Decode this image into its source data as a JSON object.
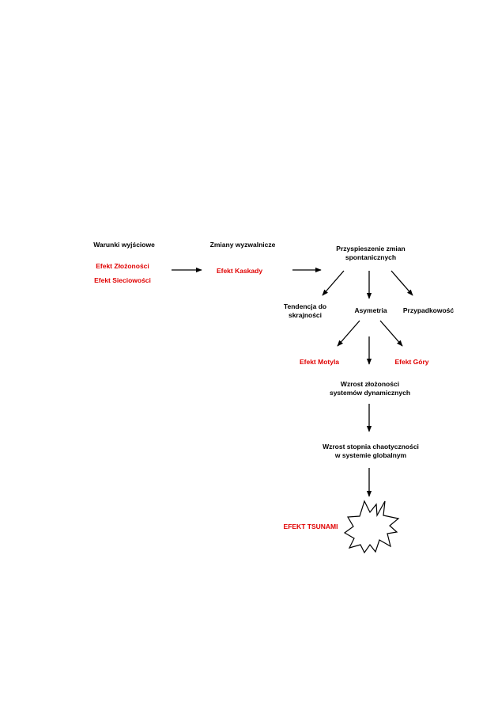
{
  "colors": {
    "text": "#000000",
    "accent": "#e00000",
    "line": "#000000"
  },
  "nodes": {
    "warunki": "Warunki wyjściowe",
    "efekt_zlozonosci": "Efekt Złożoności",
    "efekt_sieciowosci": "Efekt Sieciowości",
    "zmiany": "Zmiany wyzwalnicze",
    "efekt_kaskady": "Efekt Kaskady",
    "przyspieszenie_1": "Przyspieszenie zmian",
    "przyspieszenie_2": "spontanicznych",
    "tendencja_1": "Tendencja do",
    "tendencja_2": "skrajności",
    "asymetria": "Asymetria",
    "przypadkowosc": "Przypadkowość",
    "efekt_motyla": "Efekt Motyla",
    "efekt_gory": "Efekt Góry",
    "wzrost_zlozonosci_1": "Wzrost złożoności",
    "wzrost_zlozonosci_2": "systemów dynamicznych",
    "wzrost_chaotycznosci_1": "Wzrost stopnia chaotyczności",
    "wzrost_chaotycznosci_2": "w systemie globalnym",
    "efekt_tsunami": "EFEKT TSUNAMI"
  }
}
